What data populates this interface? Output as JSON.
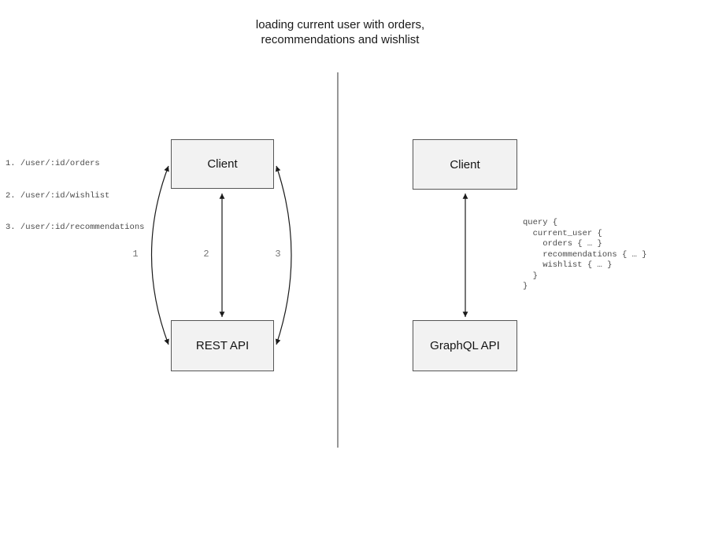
{
  "title": {
    "line1": "loading current user with orders,",
    "line2": "recommendations and wishlist"
  },
  "rest_panel": {
    "endpoints": [
      "1. /user/:id/orders",
      "2. /user/:id/wishlist",
      "3. /user/:id/recommendations"
    ],
    "client_label": "Client",
    "api_label": "REST API",
    "arrow_labels": [
      "1",
      "2",
      "3"
    ]
  },
  "graphql_panel": {
    "client_label": "Client",
    "api_label": "GraphQL API",
    "query": "query {\n  current_user {\n    orders { … }\n    recommendations { … }\n    wishlist { … }\n  }\n}"
  },
  "colors": {
    "box_fill": "#f2f2f2",
    "box_border": "#565656",
    "arrow": "#1a1a1a",
    "divider": "#6b6b6b",
    "code_text": "#4a4a4a",
    "label_text": "#757575"
  }
}
